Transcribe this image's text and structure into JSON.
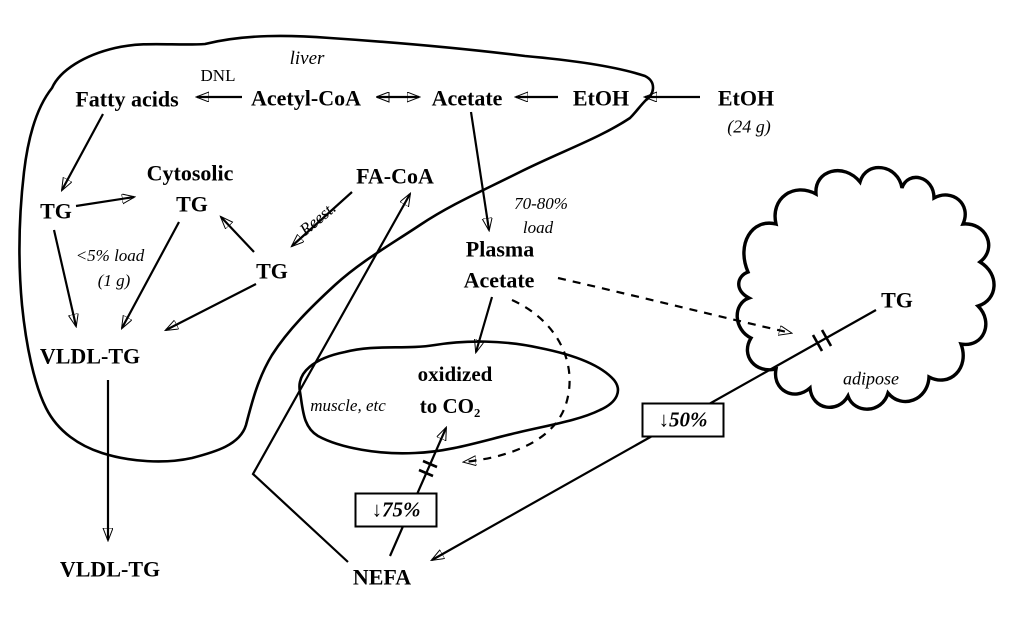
{
  "colors": {
    "ink": "#000000",
    "bg": "#ffffff"
  },
  "organs": {
    "liver": "liver",
    "muscle": "muscle, etc",
    "adipose": "adipose"
  },
  "liver": {
    "fatty_acids": "Fatty acids",
    "dnl": "DNL",
    "acetyl_coa": "Acetyl-CoA",
    "acetate": "Acetate",
    "etoh": "EtOH",
    "tg_left": "TG",
    "cytosolic_1": "Cytosolic",
    "cytosolic_2": "TG",
    "fa_coa": "FA-CoA",
    "reest": "Reest.",
    "tg_pool": "TG",
    "load_note_1": "<5% load",
    "load_note_2": "(1 g)",
    "vldl_tg": "VLDL-TG"
  },
  "input": {
    "etoh": "EtOH",
    "dose": "(24 g)"
  },
  "plasma": {
    "line1": "Plasma",
    "line2": "Acetate",
    "load_1": "70-80%",
    "load_2": "load",
    "vldl_tg": "VLDL-TG",
    "nefa": "NEFA"
  },
  "muscle": {
    "oxidized_1": "oxidized",
    "oxidized_2": "to CO₂"
  },
  "adipose": {
    "tg": "TG"
  },
  "effects": {
    "lipolysis": "↓50%",
    "oxidation": "↓75%"
  }
}
